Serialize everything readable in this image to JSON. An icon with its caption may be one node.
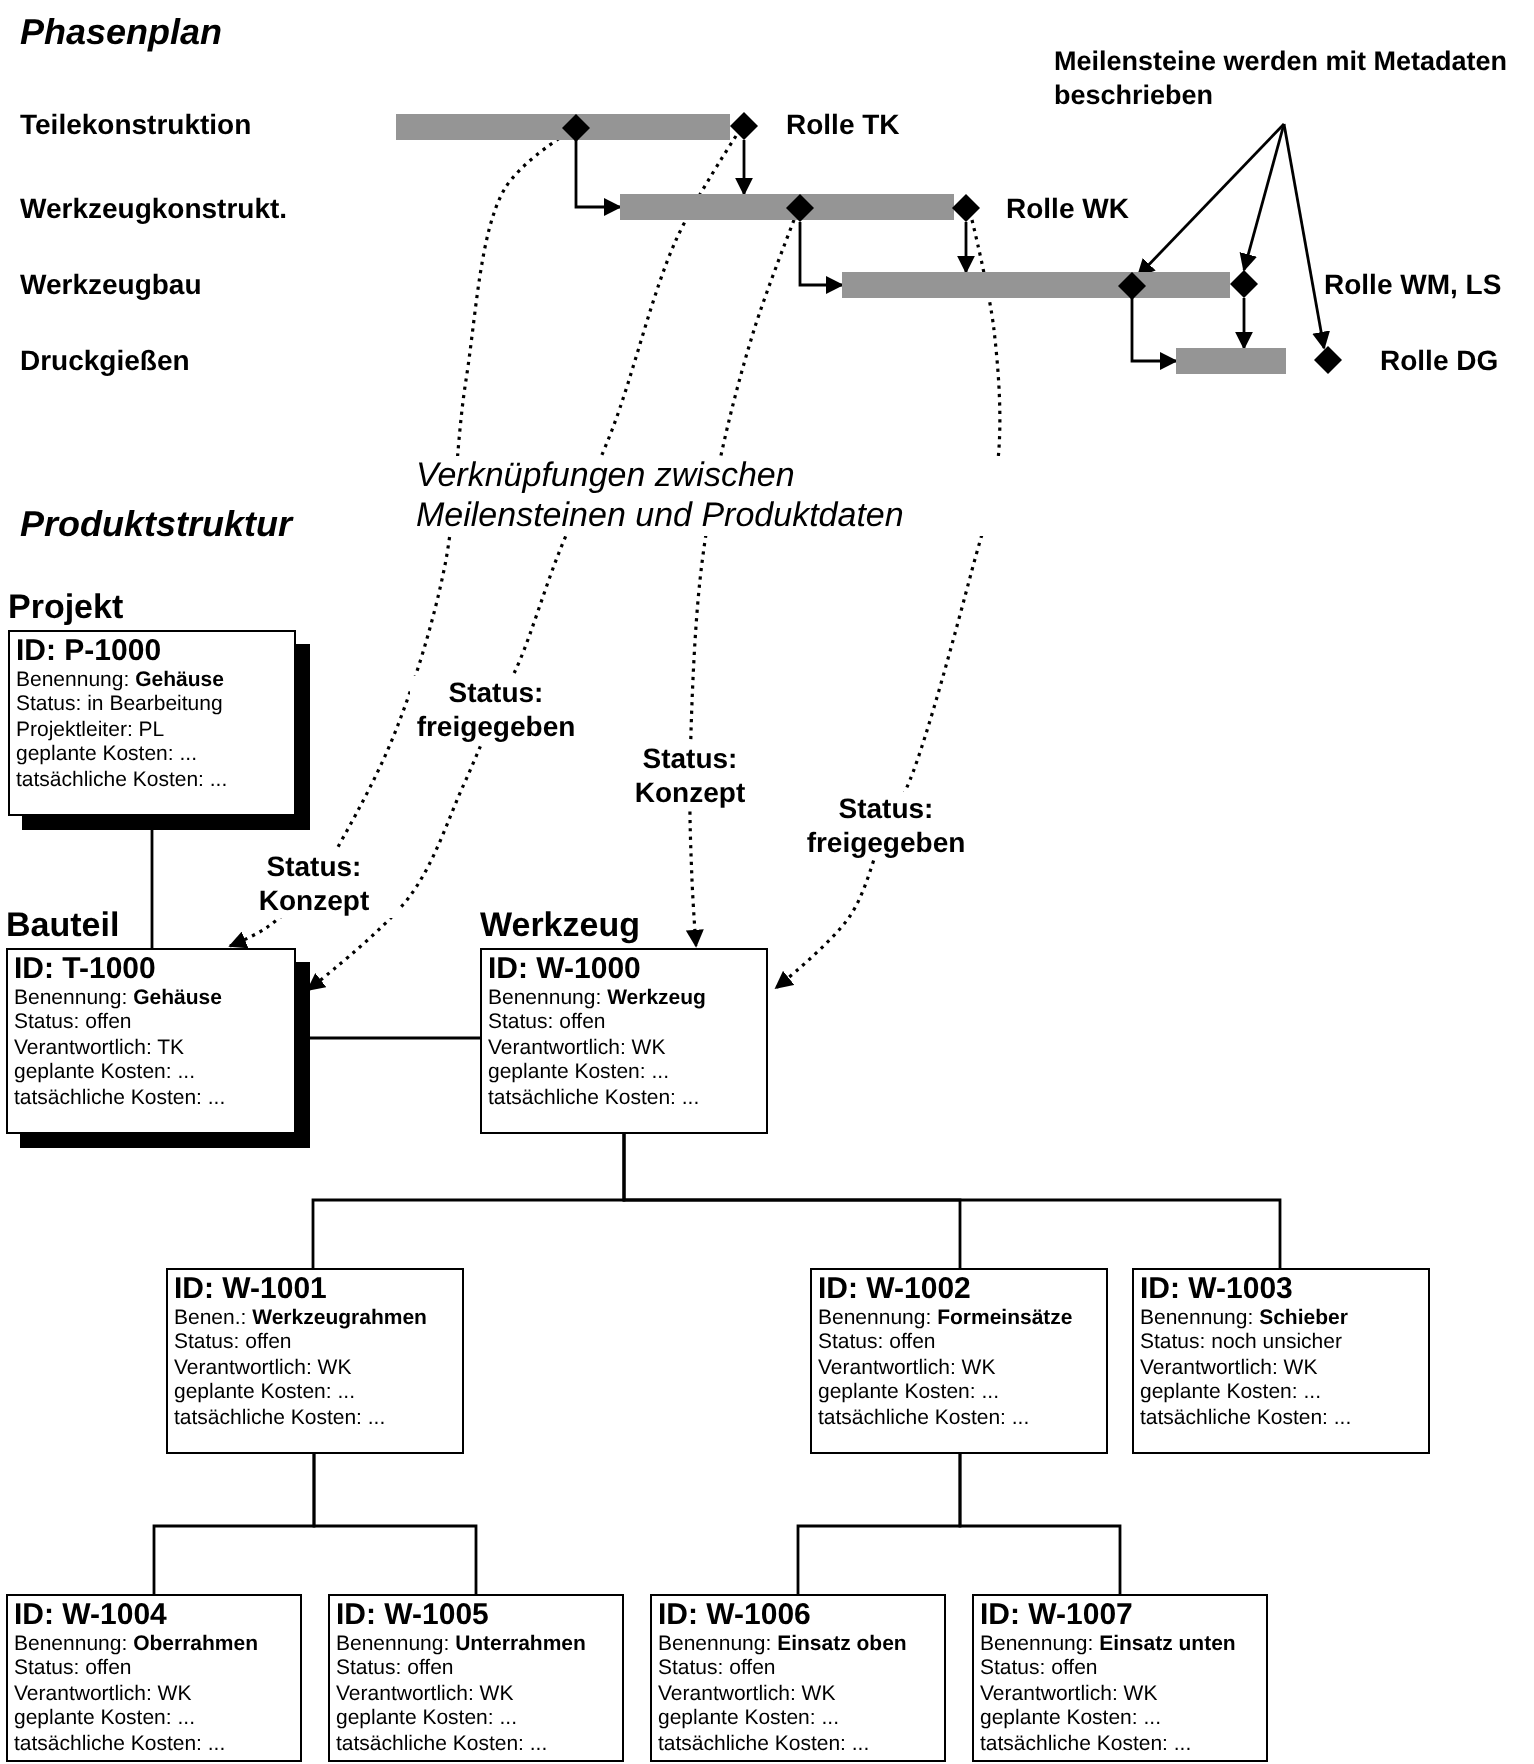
{
  "diagram": {
    "nodes": [
      {
        "text": [],
        "shape": "bar"
      },
      {
        "text": [],
        "shape": "diamond",
        "in": 0
      },
      {
        "text": [],
        "shape": "diamond",
        "beside": [
          "Rolle TK"
        ]
      },
      {
        "text": [],
        "shape": "bar"
      },
      {
        "text": [],
        "shape": "diamond",
        "in": 3
      },
      {
        "text": [],
        "shape": "diamond",
        "beside": [
          "Rolle WK"
        ]
      },
      {
        "text": [],
        "shape": "bar"
      },
      {
        "text": [],
        "shape": "diamond",
        "in": 6
      },
      {
        "text": [],
        "shape": "diamond",
        "beside": [
          "Rolle WM, LS"
        ]
      },
      {
        "text": [],
        "shape": "bar"
      },
      {
        "text": [],
        "shape": "diamond",
        "beside": [
          "Rolle DG"
        ]
      },
      {
        "text": [
          "Meilensteine werden mit Metadaten beschrieben"
        ]
      },
      {
        "text": [
          "Projekt",
          "ID: P-1000",
          "Benennung: **Gehäuse**",
          "Status: in Bearbeitung",
          "Projektleiter: PL",
          "geplante Kosten: ...",
          "tatsächliche Kosten: ..."
        ]
      },
      {
        "text": [
          "Bauteil",
          "ID: T-1000",
          "Benennung: **Gehäuse**",
          "Status: offen",
          "Verantwortlich: TK",
          "geplante Kosten: ...",
          "tatsächliche Kosten: ..."
        ]
      },
      {
        "text": [
          "Werkzeug",
          "ID: W-1000",
          "Benennung: **Werkzeug**",
          "Status: offen",
          "Verantwortlich: WK",
          "geplante Kosten: ...",
          "tatsächliche Kosten: ..."
        ]
      },
      {
        "text": [
          "ID: W-1001",
          "Benen.: **Werkzeugrahmen**",
          "Status: offen",
          "Verantwortlich: WK",
          "geplante Kosten: ...",
          "tatsächliche Kosten: ..."
        ]
      },
      {
        "text": [
          "ID: W-1002",
          "Benennung: **Formeinsätze**",
          "Status: offen",
          "Verantwortlich: WK",
          "geplante Kosten: ...",
          "tatsächliche Kosten: ..."
        ]
      },
      {
        "text": [
          "ID: W-1003",
          "Benennung: **Schieber**",
          "Status: noch unsicher",
          "Verantwortlich: WK",
          "geplante Kosten: ...",
          "tatsächliche Kosten: ..."
        ]
      },
      {
        "text": [
          "ID: W-1004",
          "Benennung: **Oberrahmen**",
          "Status: offen",
          "Verantwortlich: WK",
          "geplante Kosten: ...",
          "tatsächliche Kosten: ..."
        ]
      },
      {
        "text": [
          "ID: W-1005",
          "Benennung: **Unterrahmen**",
          "Status: offen",
          "Verantwortlich: WK",
          "geplante Kosten: ...",
          "tatsächliche Kosten: ..."
        ]
      },
      {
        "text": [
          "ID: W-1006",
          "Benennung: **Einsatz oben**",
          "Status: offen",
          "Verantwortlich: WK",
          "geplante Kosten: ...",
          "tatsächliche Kosten: ..."
        ]
      },
      {
        "text": [
          "ID: W-1007",
          "Benennung: **Einsatz unten**",
          "Status: offen",
          "Verantwortlich: WK",
          "geplante Kosten: ...",
          "tatsächliche Kosten: ..."
        ]
      }
    ],
    "edges": [
      {
        "from": 1,
        "to": 3,
        "arrow": "to"
      },
      {
        "from": 2,
        "to": 3,
        "arrow": "to"
      },
      {
        "from": 4,
        "to": 6,
        "arrow": "to"
      },
      {
        "from": 5,
        "to": 6,
        "arrow": "to"
      },
      {
        "from": 7,
        "to": 9,
        "arrow": "to"
      },
      {
        "from": 8,
        "to": 9,
        "arrow": "to"
      },
      {
        "from": 11,
        "to": 7,
        "arrow": "to"
      },
      {
        "from": 11,
        "to": 8,
        "arrow": "to"
      },
      {
        "from": 11,
        "to": 10,
        "arrow": "to"
      },
      {
        "from": 1,
        "to": 13,
        "arrow": "to",
        "style": "dashed",
        "label": "Status: Konzept"
      },
      {
        "from": 2,
        "to": 13,
        "arrow": "to",
        "style": "dashed",
        "label": "Status: freigegeben"
      },
      {
        "from": 4,
        "to": 14,
        "arrow": "to",
        "style": "dashed",
        "label": "Status: Konzept"
      },
      {
        "from": 5,
        "to": 14,
        "arrow": "to",
        "style": "dashed",
        "label": "Status: freigegeben"
      },
      {
        "from": 12,
        "to": 13,
        "arrow": "none"
      },
      {
        "from": 13,
        "to": 14,
        "arrow": "none"
      },
      {
        "from": 14,
        "to": 15,
        "arrow": "none"
      },
      {
        "from": 14,
        "to": 16,
        "arrow": "none"
      },
      {
        "from": 14,
        "to": 17,
        "arrow": "none"
      },
      {
        "from": 15,
        "to": 18,
        "arrow": "none"
      },
      {
        "from": 15,
        "to": 19,
        "arrow": "none"
      },
      {
        "from": 16,
        "to": 20,
        "arrow": "none"
      },
      {
        "from": 16,
        "to": 21,
        "arrow": "none"
      }
    ],
    "labels": [
      "Phasenplan",
      "Teilekonstruktion",
      "Werkzeugkonstrukt.",
      "Werkzeugbau",
      "Druckgießen",
      "Verknüpfungen zwischen Meilensteinen und Produktdaten",
      "Produktstruktur"
    ]
  }
}
